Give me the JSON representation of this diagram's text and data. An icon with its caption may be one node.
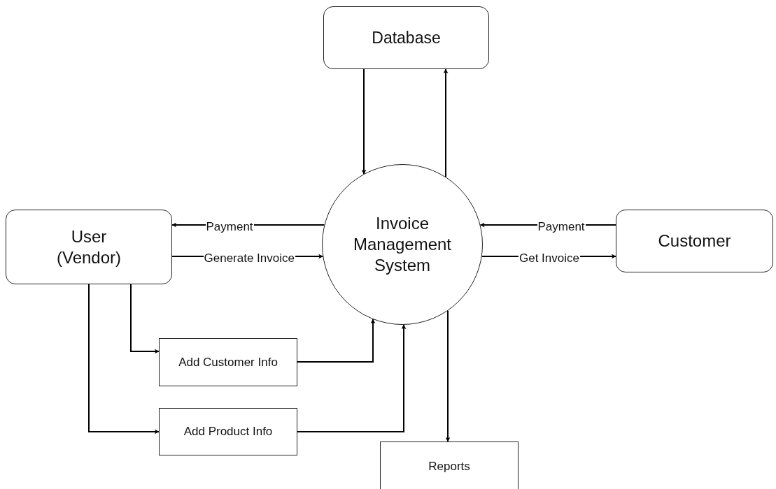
{
  "diagram": {
    "nodes": [
      {
        "text": [
          "Database"
        ]
      },
      {
        "text": [
          "User (Vendor)"
        ]
      },
      {
        "text": [
          "Invoice Management System"
        ]
      },
      {
        "text": [
          "Customer"
        ]
      },
      {
        "text": [
          "Add Customer Info"
        ]
      },
      {
        "text": [
          "Add Product Info"
        ]
      },
      {
        "text": [
          "Reports"
        ]
      }
    ],
    "edges": [
      {
        "from": 0,
        "to": 2,
        "arrow": "to"
      },
      {
        "from": 2,
        "to": 0,
        "arrow": "to"
      },
      {
        "from": 2,
        "to": 1,
        "arrow": "to",
        "label": "Payment"
      },
      {
        "from": 1,
        "to": 2,
        "arrow": "to",
        "label": "Generate Invoice"
      },
      {
        "from": 3,
        "to": 2,
        "arrow": "to",
        "label": "Payment"
      },
      {
        "from": 2,
        "to": 3,
        "arrow": "to",
        "label": "Get Invoice"
      },
      {
        "from": 1,
        "to": 4,
        "arrow": "to"
      },
      {
        "from": 1,
        "to": 5,
        "arrow": "to"
      },
      {
        "from": 4,
        "to": 2,
        "arrow": "to"
      },
      {
        "from": 5,
        "to": 2,
        "arrow": "to"
      },
      {
        "from": 2,
        "to": 6,
        "arrow": "to"
      }
    ]
  }
}
